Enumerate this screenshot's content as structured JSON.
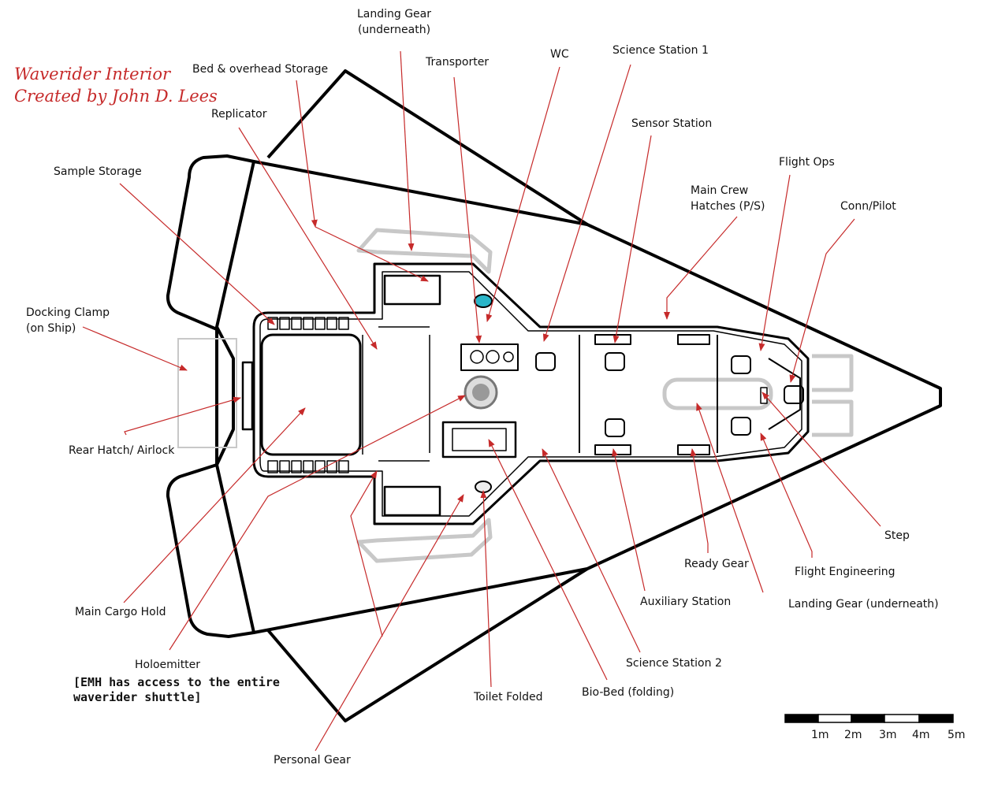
{
  "title": {
    "line1": "Waverider Interior",
    "line2": "Created by John D. Lees"
  },
  "labels": {
    "landing_gear_top_1": "Landing Gear",
    "landing_gear_top_2": "(underneath)",
    "bed_storage": "Bed & overhead Storage",
    "transporter": "Transporter",
    "wc": "WC",
    "science_station_1": "Science Station 1",
    "replicator": "Replicator",
    "sensor_station": "Sensor Station",
    "sample_storage": "Sample Storage",
    "flight_ops": "Flight Ops",
    "main_crew_hatches_1": "Main Crew",
    "main_crew_hatches_2": "Hatches (P/S)",
    "conn_pilot": "Conn/Pilot",
    "docking_clamp_1": "Docking Clamp",
    "docking_clamp_2": "(on Ship)",
    "rear_hatch": "Rear Hatch/ Airlock",
    "step": "Step",
    "ready_gear": "Ready Gear",
    "flight_engineering": "Flight Engineering",
    "main_cargo_hold": "Main Cargo Hold",
    "auxiliary_station": "Auxiliary Station",
    "landing_gear_bottom": "Landing Gear (underneath)",
    "holoemitter": "Holoemitter",
    "science_station_2": "Science Station  2",
    "bio_bed": "Bio-Bed (folding)",
    "toilet_folded": "Toilet Folded",
    "personal_gear": "Personal Gear"
  },
  "note": {
    "line1": "[EMH has access to the entire",
    "line2": "waverider shuttle]"
  },
  "scale_bar": {
    "ticks": [
      "1m",
      "2m",
      "3m",
      "4m",
      "5m"
    ]
  },
  "colors": {
    "title": "#c62a2a",
    "leader_lines": "#c62a2a",
    "hull": "#000000",
    "landing_gear_outline": "#c8c8c8",
    "transporter_pad": "#2ab5c8"
  }
}
